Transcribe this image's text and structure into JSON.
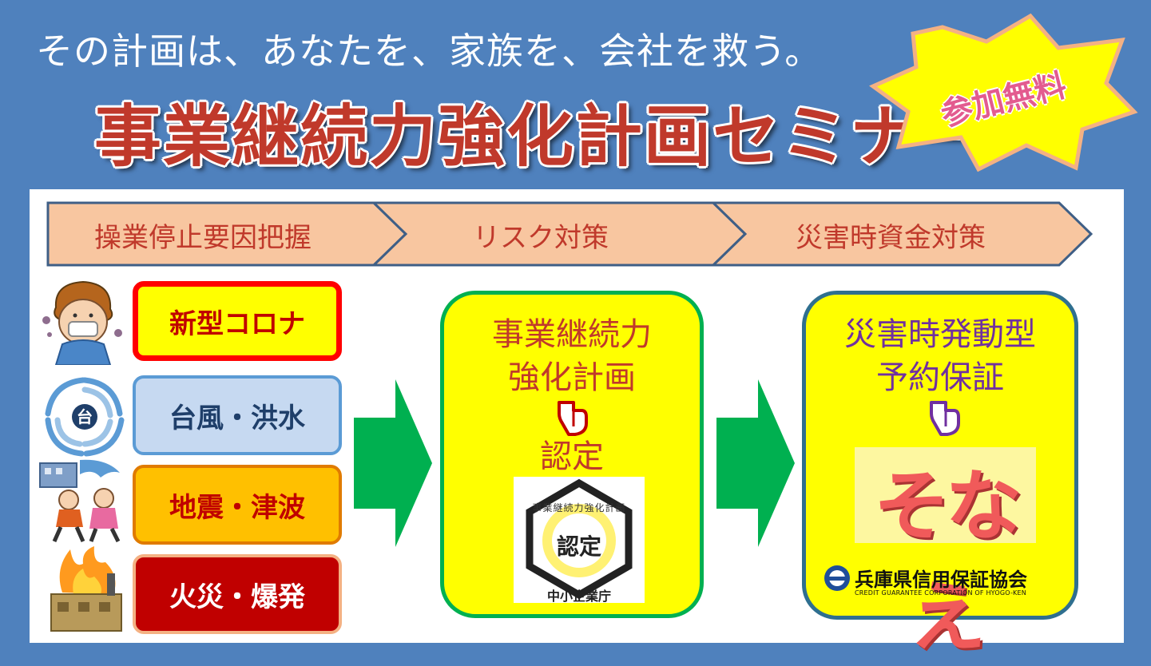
{
  "header": {
    "subtitle": "その計画は、あなたを、家族を、会社を救う。",
    "title": "事業継続力強化計画セミナー",
    "badge": "参加無料"
  },
  "steps": [
    {
      "label": "操業停止要因把握"
    },
    {
      "label": "リスク対策"
    },
    {
      "label": "災害時資金対策"
    }
  ],
  "risks": [
    {
      "label": "新型コロナ",
      "icon": "sick-person-icon"
    },
    {
      "label": "台風・洪水",
      "icon": "typhoon-icon"
    },
    {
      "label": "地震・津波",
      "icon": "earthquake-icon"
    },
    {
      "label": "火災・爆発",
      "icon": "fire-icon"
    }
  ],
  "typhoon_badge": "台",
  "plan_card": {
    "line1": "事業継続力",
    "line2": "強化計画",
    "line3": "認定",
    "emblem_ring_text": "事業継続力強化計画",
    "emblem_center": "認定",
    "emblem_caption": "中小企業庁"
  },
  "guarantee_card": {
    "line1": "災害時発動型",
    "line2": "予約保証",
    "logo_text": "そなえ",
    "org_name": "兵庫県信用保証協会",
    "org_name_en": "CREDIT GUARANTEE CORPORATION OF HYOGO-KEN"
  },
  "colors": {
    "background": "#4f81bd",
    "title_red": "#c0392b",
    "step_fill": "#f8c6a0",
    "card_yellow": "#ffff00",
    "arrow_green": "#00b050"
  }
}
